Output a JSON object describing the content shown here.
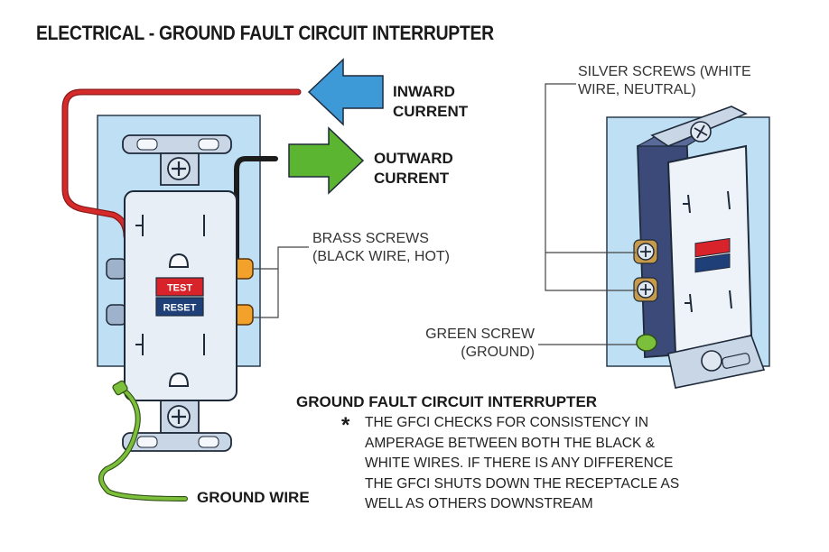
{
  "title": "ELECTRICAL - GROUND FAULT CIRCUIT INTERRUPTER",
  "labels": {
    "inward_current": [
      "INWARD",
      "CURRENT"
    ],
    "outward_current": [
      "OUTWARD",
      "CURRENT"
    ],
    "brass_screws": [
      "BRASS SCREWS",
      "(BLACK WIRE, HOT)"
    ],
    "silver_screws": [
      "SILVER SCREWS (WHITE",
      "WIRE, NEUTRAL)"
    ],
    "green_screw": [
      "GREEN SCREW",
      "(GROUND)"
    ],
    "ground_wire": "GROUND WIRE"
  },
  "outlet": {
    "test_label": "TEST",
    "reset_label": "RESET"
  },
  "note": {
    "title": "GROUND FAULT CIRCUIT INTERRUPTER",
    "star": "*",
    "lines": [
      "THE GFCI CHECKS FOR CONSISTENCY IN",
      "AMPERAGE BETWEEN BOTH THE BLACK &",
      "WHITE WIRES.  IF THERE IS ANY DIFFERENCE",
      "THE GFCI SHUTS DOWN THE RECEPTACLE AS",
      "WELL AS OTHERS DOWNSTREAM"
    ]
  },
  "colors": {
    "hot_wire": "#d62a2a",
    "black_wire": "#1c1c1c",
    "ground_wire": "#7bbf3a",
    "inward_arrow": "#3d9ad6",
    "outward_arrow": "#5cb531",
    "brass": "#f2a22b",
    "test_button": "#d8232a",
    "reset_button": "#1f3f78",
    "outlet_body": "#e8eef6",
    "box_background": "#bfe0f4"
  }
}
